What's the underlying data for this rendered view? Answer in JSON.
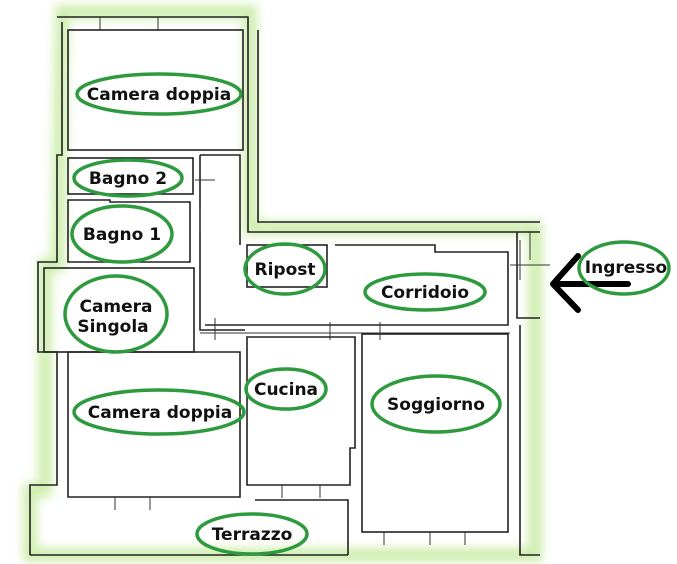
{
  "title": "Planimetria appartamento",
  "rooms": {
    "camera_doppia_top": "Camera doppia",
    "bagno_2": "Bagno 2",
    "bagno_1": "Bagno 1",
    "camera_singola_line1": "Camera",
    "camera_singola_line2": "Singola",
    "camera_doppia_bottom": "Camera doppia",
    "ripostiglio": "Ripost",
    "corridoio": "Corridoio",
    "ingresso": "Ingresso",
    "cucina": "Cucina",
    "soggiorno": "Soggiorno",
    "terrazzo": "Terrazzo"
  },
  "colors": {
    "highlight": "#2e9a3e",
    "glow": "#a6e06a",
    "walls": "#222222",
    "arrow": "#000000"
  }
}
